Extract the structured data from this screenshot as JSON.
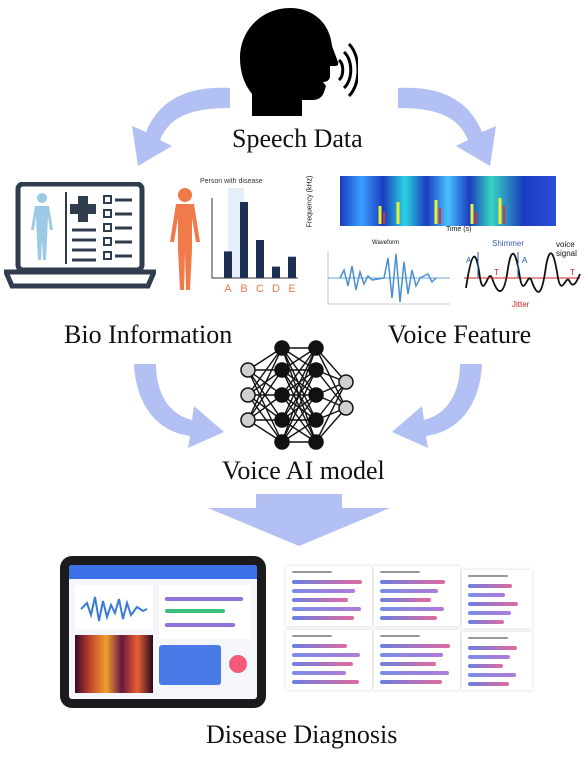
{
  "nodes": {
    "speech_data": "Speech Data",
    "bio_information": "Bio Information",
    "voice_feature": "Voice Feature",
    "voice_ai_model": "Voice AI model",
    "disease_diagnosis": "Disease Diagnosis"
  },
  "bio_chart": {
    "title": "Person with disease",
    "categories": [
      "A",
      "B",
      "C",
      "D",
      "E"
    ],
    "values": [
      0.35,
      1.0,
      0.5,
      0.15,
      0.28
    ]
  },
  "voice_panels": {
    "spectrogram_xlabel": "Time (s)",
    "spectrogram_ylabel": "Frequency (kHz)",
    "waveform_title": "Waveform",
    "shimmer": "Shimmer",
    "jitter": "Jitter",
    "voice_signal": "voice signal",
    "a_label": "A",
    "t_label": "T"
  },
  "colors": {
    "arrow": "#b3c0f4",
    "figure": "#f07a4a",
    "bar": "#1e2f54",
    "laptop": "#2f3d4f"
  }
}
